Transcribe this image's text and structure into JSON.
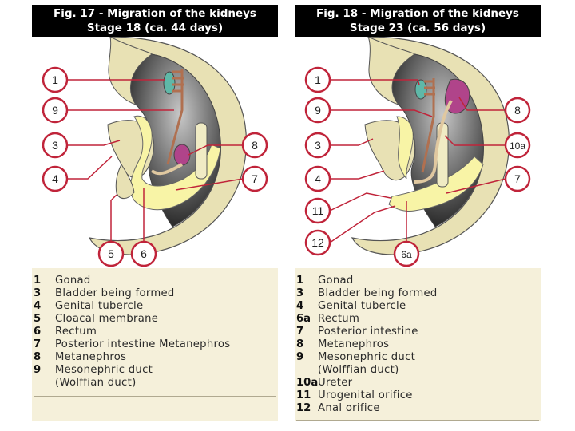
{
  "figures": [
    {
      "title_line1": "Fig. 17 - Migration of the kidneys",
      "title_line2": "Stage 18 (ca. 44 days)",
      "callouts": [
        "1",
        "9",
        "3",
        "4",
        "5",
        "6",
        "8",
        "7"
      ],
      "legend": [
        {
          "num": "1",
          "text": "Gonad"
        },
        {
          "num": "3",
          "text": "Bladder being formed"
        },
        {
          "num": "4",
          "text": "Genital tubercle"
        },
        {
          "num": "5",
          "text": "Cloacal membrane"
        },
        {
          "num": "6",
          "text": "Rectum"
        },
        {
          "num": "7",
          "text": "Posterior intestine Metanephros"
        },
        {
          "num": "8",
          "text": "Metanephros"
        },
        {
          "num": "9",
          "text": "Mesonephric duct"
        },
        {
          "num": "",
          "text": "(Wolffian duct)"
        }
      ]
    },
    {
      "title_line1": "Fig. 18 - Migration of the kidneys",
      "title_line2": "Stage 23 (ca. 56 days)",
      "callouts": [
        "1",
        "9",
        "3",
        "4",
        "11",
        "12",
        "8",
        "10a",
        "7",
        "6a"
      ],
      "legend": [
        {
          "num": "1",
          "text": "Gonad"
        },
        {
          "num": "3",
          "text": "Bladder being formed"
        },
        {
          "num": "4",
          "text": "Genital tubercle"
        },
        {
          "num": "6a",
          "text": "Rectum"
        },
        {
          "num": "7",
          "text": "Posterior intestine"
        },
        {
          "num": "8",
          "text": "Metanephros"
        },
        {
          "num": "9",
          "text": "Mesonephric duct"
        },
        {
          "num": "",
          "text": "(Wolffian duct)"
        },
        {
          "num": "10a",
          "text": "Ureter"
        },
        {
          "num": "11",
          "text": "Urogenital orifice"
        },
        {
          "num": "12",
          "text": "Anal orifice"
        }
      ]
    }
  ],
  "colors": {
    "header_bg": "#000000",
    "panel_bg": "#f5f0da",
    "body_tan": "#e6dfb0",
    "intestine_yellow": "#f7f3a8",
    "cavity_dark": "#3a3a3a",
    "callout_ring": "#c0243a",
    "kidney_purple": "#b0448a",
    "gonad_teal": "#5fb8a8"
  }
}
